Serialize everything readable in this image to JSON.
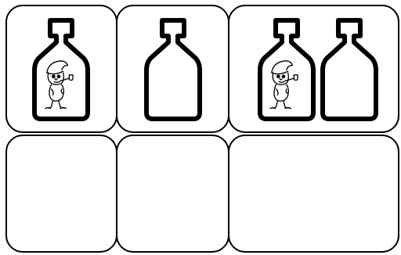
{
  "board": {
    "rows": [
      {
        "cells": [
          {
            "bottles": [
              {
                "contents": "gnome"
              }
            ]
          },
          {
            "bottles": [
              {
                "contents": "empty"
              }
            ]
          },
          {
            "bottles": [
              {
                "contents": "gnome"
              },
              {
                "contents": "empty"
              }
            ]
          }
        ]
      },
      {
        "cells": [
          {
            "bottles": []
          },
          {
            "bottles": []
          },
          {
            "bottles": []
          }
        ]
      }
    ]
  },
  "icons": {
    "bottle": "bottle-icon",
    "gnome": "gnome-icon"
  },
  "colors": {
    "outline": "#000000",
    "background": "#ffffff"
  }
}
